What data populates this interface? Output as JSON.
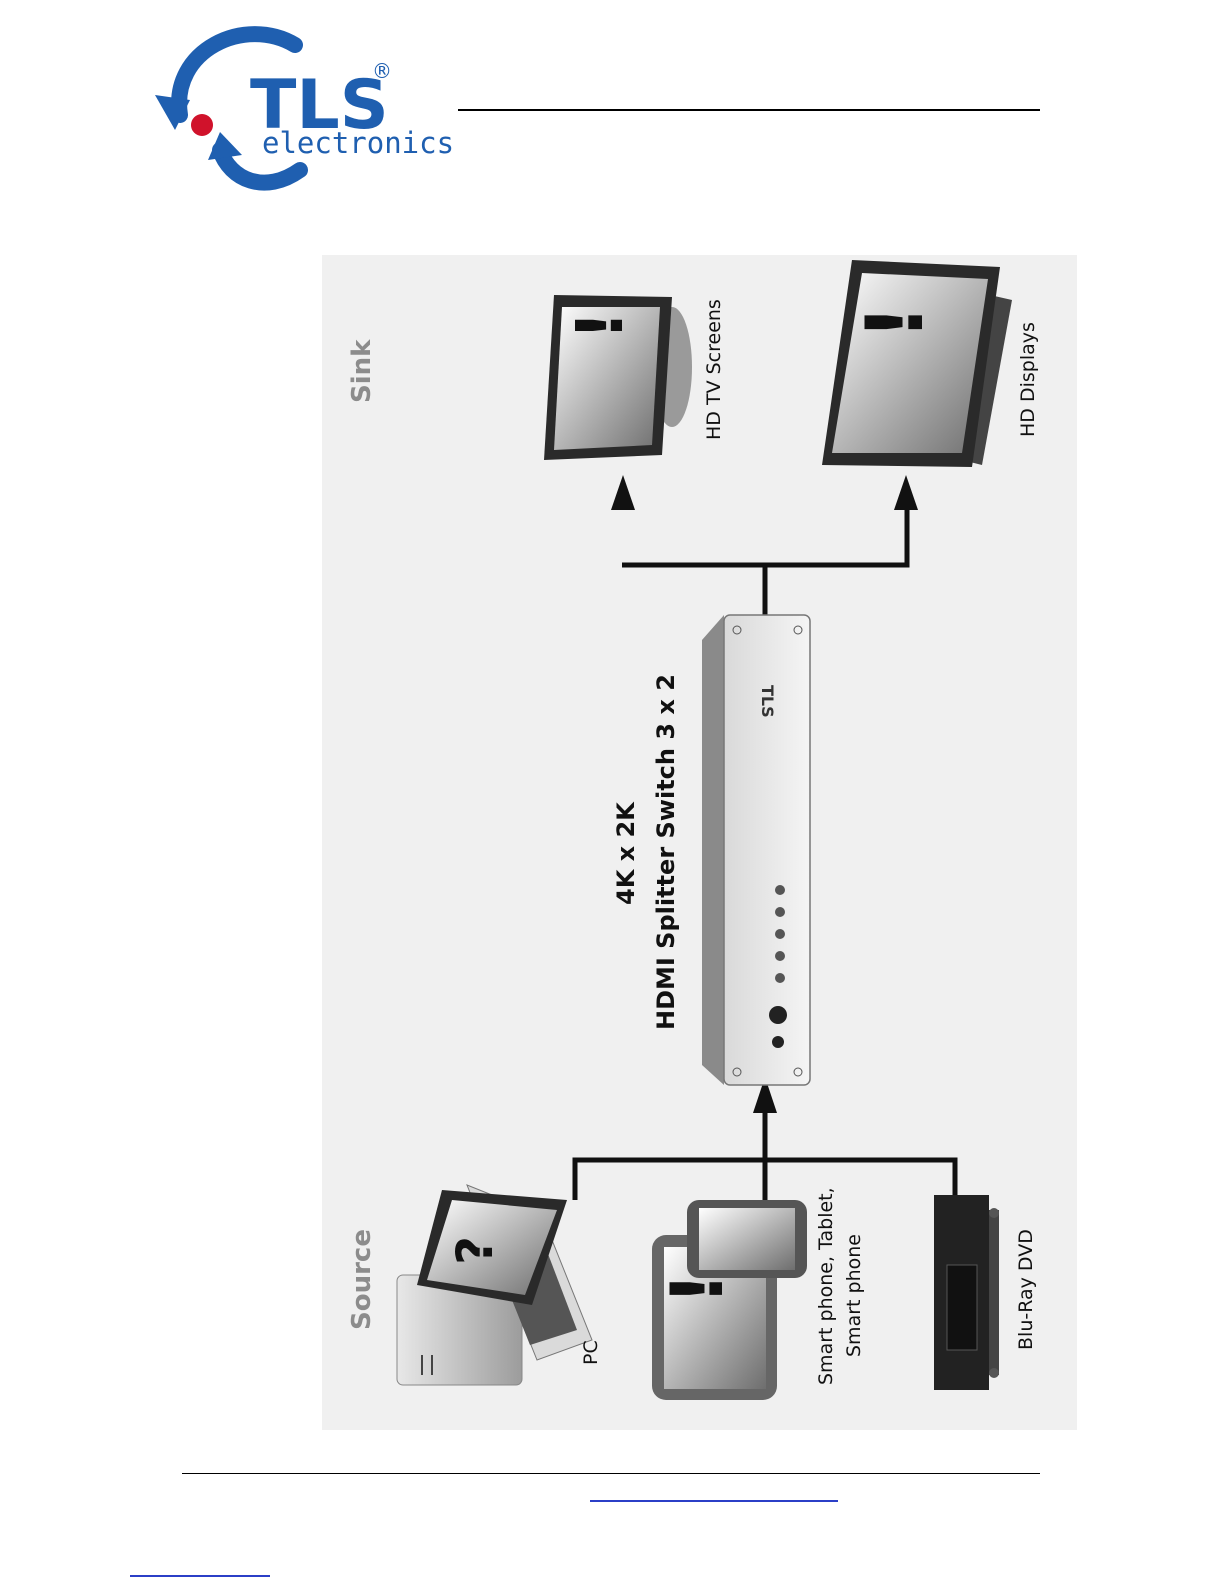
{
  "logo": {
    "brand": "TLS",
    "reg": "®",
    "sub": "electronics"
  },
  "diagram": {
    "source_heading": "Source",
    "sink_heading": "Sink",
    "device_title_line1": "4K x 2K",
    "device_title_line2": "HDMI Splitter Switch 3 x 2",
    "device_logo": "TLS",
    "sources": [
      {
        "label": "PC",
        "screen_glyph": "?"
      },
      {
        "label_line1": "Smart phone, Tablet,",
        "label_line2": "Smart phone",
        "screen_glyph": "!"
      },
      {
        "label": "Blu-Ray DVD"
      }
    ],
    "sinks": [
      {
        "label": "HD TV Screens",
        "screen_glyph": "!"
      },
      {
        "label": "HD Displays",
        "screen_glyph": "!"
      }
    ]
  },
  "colors": {
    "logo_blue": "#1f5fb0",
    "logo_red": "#d0122b",
    "link_blue": "#2b3fc7",
    "panel_bg": "#f0f0f0",
    "heading_gray": "#8c8c8c"
  }
}
